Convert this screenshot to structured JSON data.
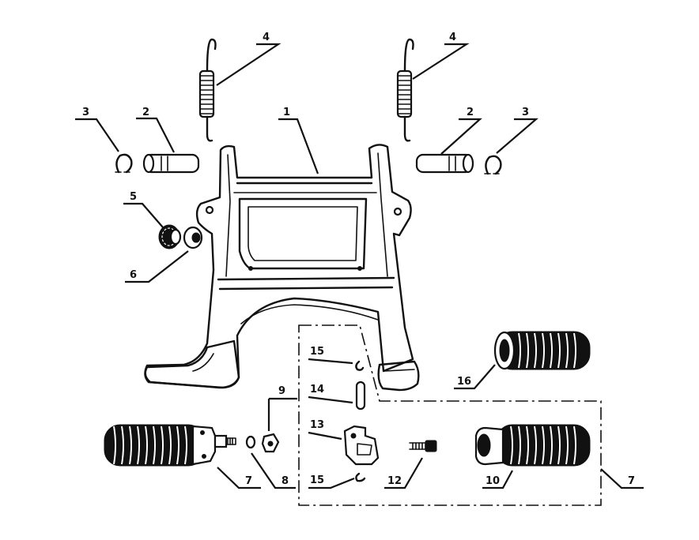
{
  "diagram": {
    "type": "exploded-parts-view",
    "callouts": [
      {
        "id": "c1",
        "label": "1"
      },
      {
        "id": "c2a",
        "label": "2"
      },
      {
        "id": "c2b",
        "label": "2"
      },
      {
        "id": "c3a",
        "label": "3"
      },
      {
        "id": "c3b",
        "label": "3"
      },
      {
        "id": "c4a",
        "label": "4"
      },
      {
        "id": "c4b",
        "label": "4"
      },
      {
        "id": "c5",
        "label": "5"
      },
      {
        "id": "c6",
        "label": "6"
      },
      {
        "id": "c7a",
        "label": "7"
      },
      {
        "id": "c7b",
        "label": "7"
      },
      {
        "id": "c8",
        "label": "8"
      },
      {
        "id": "c9",
        "label": "9"
      },
      {
        "id": "c10",
        "label": "10"
      },
      {
        "id": "c12",
        "label": "12"
      },
      {
        "id": "c13",
        "label": "13"
      },
      {
        "id": "c14",
        "label": "14"
      },
      {
        "id": "c15a",
        "label": "15"
      },
      {
        "id": "c15b",
        "label": "15"
      },
      {
        "id": "c16",
        "label": "16"
      }
    ]
  }
}
